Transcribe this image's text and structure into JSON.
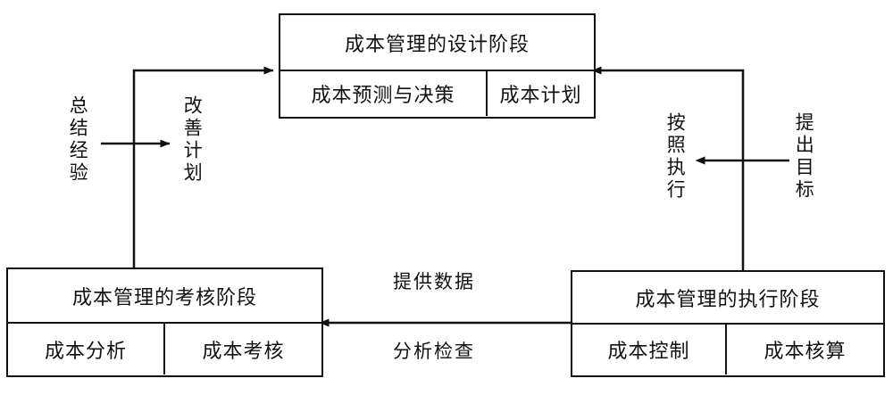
{
  "diagram": {
    "title_semantic": "cost-management-cycle",
    "line_color": "#111111",
    "background": "#ffffff",
    "boxes": [
      {
        "id": "design",
        "title": "成本管理的设计阶段",
        "cells": [
          "成本预测与决策",
          "成本计划"
        ]
      },
      {
        "id": "appraisal",
        "title": "成本管理的考核阶段",
        "cells": [
          "成本分析",
          "成本考核"
        ]
      },
      {
        "id": "execution",
        "title": "成本管理的执行阶段",
        "cells": [
          "成本控制",
          "成本核算"
        ]
      }
    ],
    "labels": {
      "summarize_experience": "总结经验",
      "improvement_plan": "改善计划",
      "execute_accordingly": "按照执行",
      "propose_goals": "提出目标",
      "provide_data": "提供数据",
      "analyze_inspect": "分析检查"
    }
  }
}
